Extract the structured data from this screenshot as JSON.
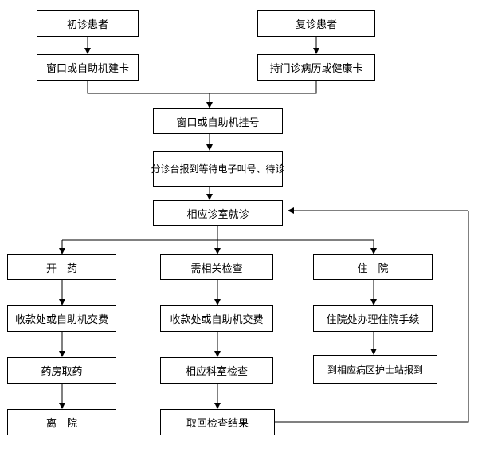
{
  "flowchart": {
    "nodes": {
      "first_visit": "初诊患者",
      "return_visit": "复诊患者",
      "register_card": "窗口或自助机建卡",
      "show_card": "持门诊病历或健康卡",
      "register_number": "窗口或自助机挂号",
      "triage_wait": "分诊台报到等待电子叫号、待诊",
      "consult_room": "相应诊室就诊",
      "prescribe": "开　药",
      "need_exam": "需相关检查",
      "hospitalize": "住　院",
      "pay_drug": "收款处或自助机交费",
      "pay_exam": "收款处或自助机交费",
      "admission_process": "住院处办理住院手续",
      "pharmacy": "药房取药",
      "exam_dept": "相应科室检查",
      "ward_report": "到相应病区护士站报到",
      "leave": "离　院",
      "get_results": "取回检查结果"
    }
  }
}
